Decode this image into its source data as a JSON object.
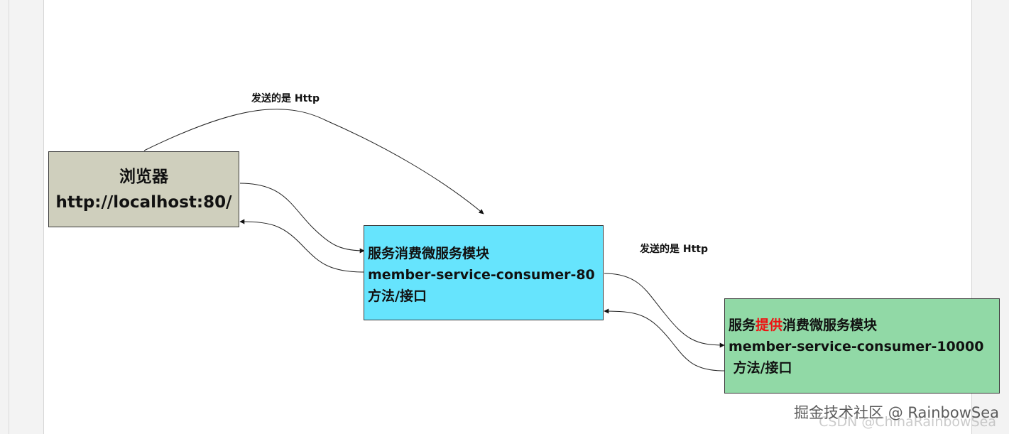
{
  "nodes": {
    "browser": {
      "line1": "浏览器",
      "line2": "http://localhost:80/"
    },
    "consumer": {
      "line1": "服务消费微服务模块",
      "line2": "member-service-consumer-80",
      "line3": "方法/接口"
    },
    "provider": {
      "line1_prefix": "服务",
      "line1_highlight": "提供",
      "line1_suffix": "消费微服务模块",
      "line2": "member-service-consumer-10000",
      "line3": " 方法/接口"
    }
  },
  "edges": {
    "top_label": "发送的是 Http",
    "right_label": "发送的是 Http"
  },
  "watermark": {
    "text": "掘金技术社区 @ RainbowSea",
    "shadow_text": "CSDN @ChinaRainbowSea"
  },
  "colors": {
    "browser_fill": "#cfcfbd",
    "consumer_fill": "#66e4fd",
    "provider_fill": "#91d9a6",
    "highlight": "#ee1111"
  }
}
